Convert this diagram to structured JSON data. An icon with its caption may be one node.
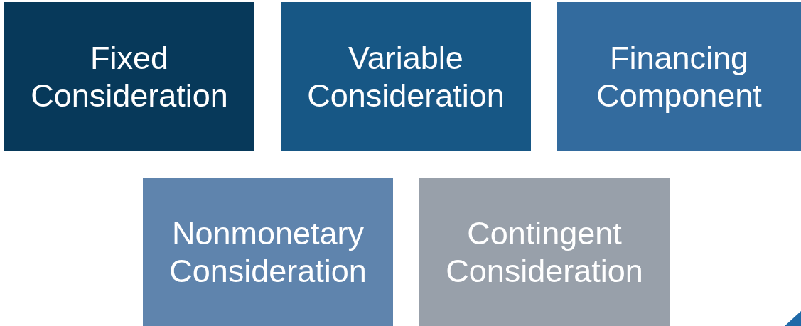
{
  "diagram": {
    "nodes": [
      {
        "text": [
          "Fixed Consideration"
        ]
      },
      {
        "text": [
          "Variable Consideration"
        ]
      },
      {
        "text": [
          "Financing Component"
        ]
      },
      {
        "text": [
          "Nonmonetary Consideration"
        ]
      },
      {
        "text": [
          "Contingent Consideration"
        ]
      }
    ]
  }
}
